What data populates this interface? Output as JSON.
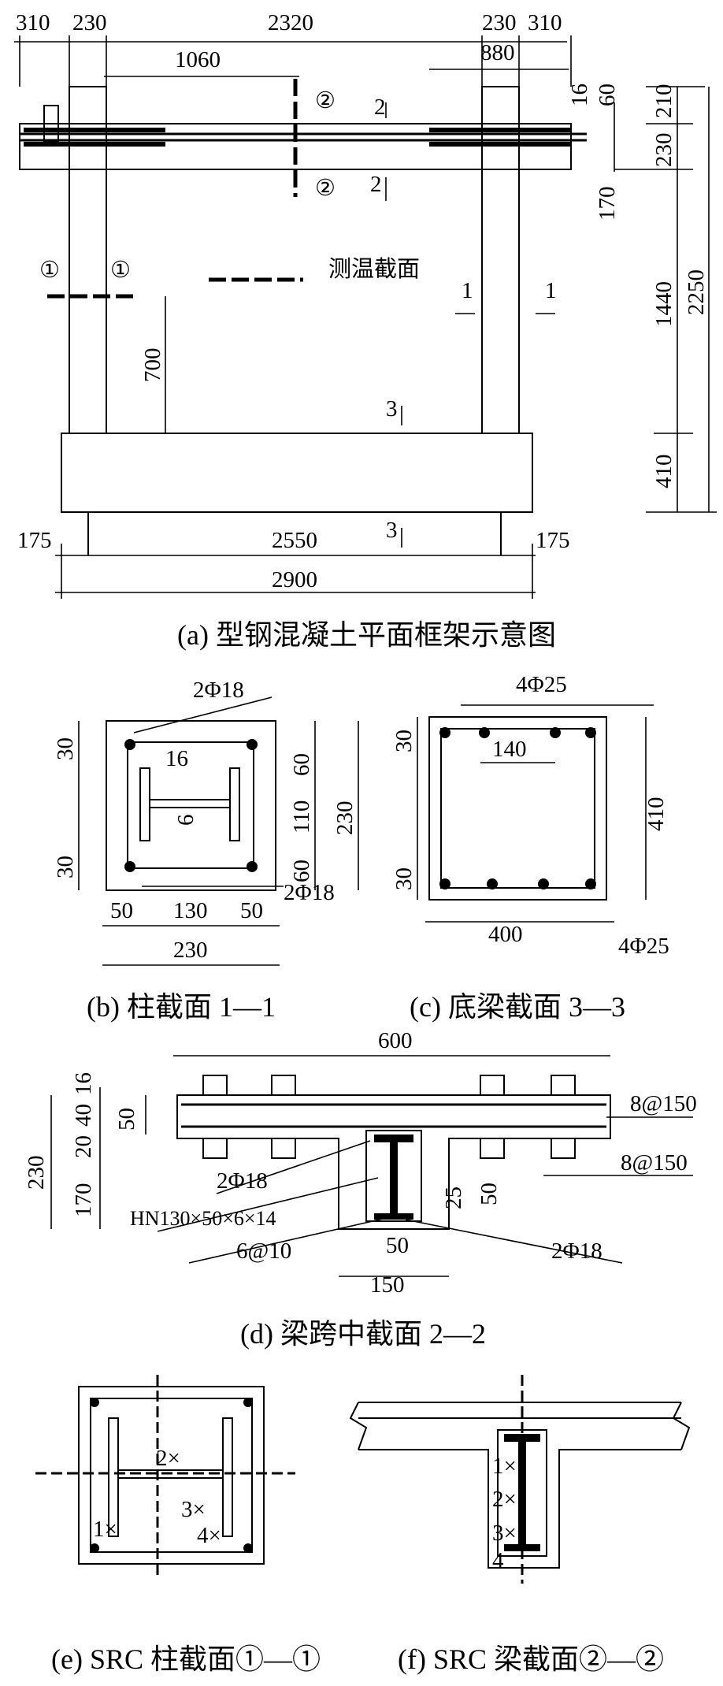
{
  "panel_a": {
    "caption": "(a)  型钢混凝土平面框架示意图",
    "dims_top": [
      "310",
      "230",
      "2320",
      "230",
      "310"
    ],
    "dim_1060": "1060",
    "dim_880": "880",
    "dim_16": "16",
    "dim_60": "60",
    "dims_right": [
      "210",
      "230",
      "170",
      "1440",
      "410"
    ],
    "dim_2250": "2250",
    "dim_700": "700",
    "dims_bottom": [
      "175",
      "2550",
      "175"
    ],
    "dim_2900": "2900",
    "legend_label": "测温截面",
    "marks": {
      "c1": "①",
      "c2": "②",
      "s1": "1",
      "s2": "2",
      "s3": "3"
    }
  },
  "panel_b": {
    "caption": "(b)  柱截面 1—1",
    "top_bars": "2Φ18",
    "bottom_bars": "2Φ18",
    "d16": "16",
    "d6": "6",
    "left_dims": [
      "30",
      "30"
    ],
    "right_dims": [
      "60",
      "110",
      "60"
    ],
    "total": "230",
    "bottom_dims": [
      "50",
      "130",
      "50"
    ],
    "width": "230"
  },
  "panel_c": {
    "caption": "(c)  底梁截面 3—3",
    "top_bars": "4Φ25",
    "bottom_bars": "4Φ25",
    "d140": "140",
    "left_dims": [
      "30",
      "30"
    ],
    "height": "410",
    "width": "400"
  },
  "panel_d": {
    "caption": "(d)  梁跨中截面 2—2",
    "width": "600",
    "left_dims": [
      "16",
      "40",
      "20",
      "170"
    ],
    "d50_left": "50",
    "total": "230",
    "rebar_top": "8@150",
    "rebar_bot": "8@150",
    "bars_a": "2Φ18",
    "steel": "HN130×50×6×14",
    "stirrup": "6@10",
    "bars_b": "2Φ18",
    "d25": "25",
    "d50_right": "50",
    "d50_web": "50",
    "d150": "150"
  },
  "panel_e": {
    "caption": "(e) SRC 柱截面①—①",
    "points": [
      "1×",
      "2×",
      "3×",
      "4×"
    ]
  },
  "panel_f": {
    "caption": "(f) SRC 梁截面②—②",
    "points": [
      "1×",
      "2×",
      "3×",
      "4"
    ]
  }
}
